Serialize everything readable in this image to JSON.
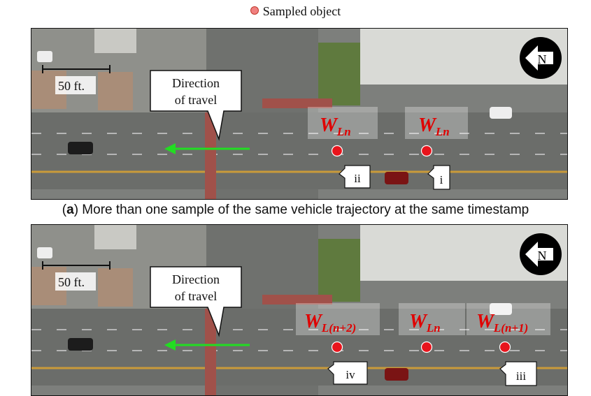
{
  "legend": {
    "label": "Sampled object",
    "dot_color": "#f08080"
  },
  "panels": [
    {
      "scale_label": "50 ft.",
      "direction_label": [
        "Direction",
        "of travel"
      ],
      "north_label": "N",
      "caption_letter": "a",
      "caption_text": "More than one sample of the same vehicle trajectory at the same timestamp",
      "samples": [
        {
          "label_main": "W",
          "label_sub": "Ln",
          "marker": "ii"
        },
        {
          "label_main": "W",
          "label_sub": "Ln",
          "marker": "i"
        }
      ]
    },
    {
      "scale_label": "50 ft.",
      "direction_label": [
        "Direction",
        "of travel"
      ],
      "north_label": "N",
      "samples": [
        {
          "label_main": "W",
          "label_sub": "L(n+2)",
          "marker": "iv"
        },
        {
          "label_main": "W",
          "label_sub": "Ln",
          "marker": ""
        },
        {
          "label_main": "W",
          "label_sub": "L(n+1)",
          "marker": "iii"
        }
      ]
    }
  ],
  "colors": {
    "arrow": "#22dd22",
    "sample_fill": "#e8141c",
    "label_red": "#e00000"
  }
}
